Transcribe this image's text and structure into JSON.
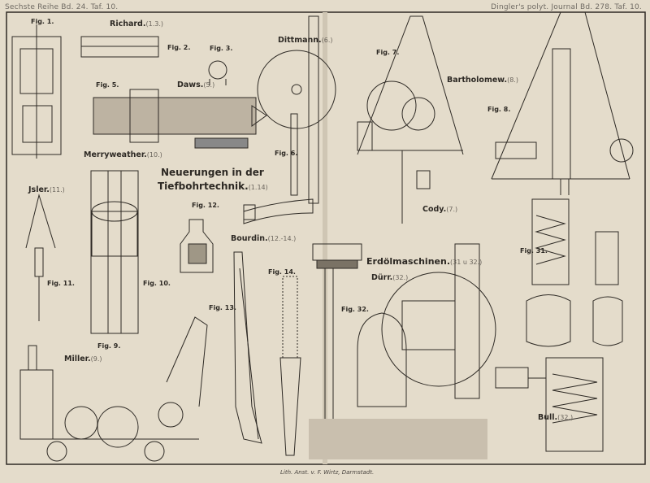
{
  "header": {
    "left": "Sechste Reihe Bd. 24. Taf. 10.",
    "right": "Dingler's polyt. Journal Bd. 278. Taf. 10."
  },
  "title": {
    "line1": "Neuerungen in der",
    "line2": "Tiefbohrtechnik.",
    "range": "(1.14)"
  },
  "section2": {
    "title": "Erdölmaschinen.",
    "range": "(31 u 32.)"
  },
  "labels": {
    "fig1": "Fig. 1.",
    "fig2": "Fig. 2.",
    "fig3": "Fig. 3.",
    "fig5": "Fig. 5.",
    "fig6": "Fig. 6.",
    "fig7": "Fig. 7.",
    "fig8": "Fig. 8.",
    "fig9": "Fig. 9.",
    "fig10": "Fig. 10.",
    "fig11": "Fig. 11.",
    "fig12": "Fig. 12.",
    "fig13": "Fig. 13.",
    "fig14": "Fig. 14.",
    "fig31": "Fig. 31.",
    "fig32": "Fig. 32."
  },
  "inventors": {
    "richard": {
      "name": "Richard.",
      "ref": "(1.3.)"
    },
    "daws": {
      "name": "Daws.",
      "ref": "(5.)"
    },
    "dittmann": {
      "name": "Dittmann.",
      "ref": "(6.)"
    },
    "bartholomew": {
      "name": "Bartholomew.",
      "ref": "(8.)"
    },
    "merryweather": {
      "name": "Merryweather.",
      "ref": "(10.)"
    },
    "jsler": {
      "name": "Jsler.",
      "ref": "(11.)"
    },
    "cody": {
      "name": "Cody.",
      "ref": "(7.)"
    },
    "bourdin": {
      "name": "Bourdin.",
      "ref": "(12.-14.)"
    },
    "duerr": {
      "name": "Dürr.",
      "ref": "(32.)"
    },
    "miller": {
      "name": "Miller.",
      "ref": "(9.)"
    },
    "bull": {
      "name": "Bull.",
      "ref": "(32.)"
    }
  },
  "footer": "Lith. Anst. v. F. Wirtz, Darmstadt."
}
